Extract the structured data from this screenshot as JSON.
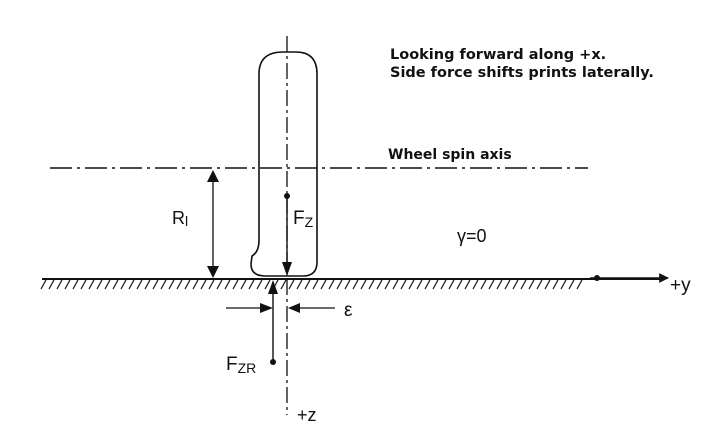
{
  "notes": {
    "line1": "Looking forward along +x.",
    "line2": "Side force shifts prints laterally."
  },
  "labels": {
    "spin_axis": "Wheel spin axis",
    "radius": "R",
    "radius_sub": "l",
    "fz": "F",
    "fz_sub": "Z",
    "fzr": "F",
    "fzr_sub": "ZR",
    "camber": "γ=0",
    "epsilon": "ε",
    "y_axis": "+y",
    "z_axis": "+z"
  },
  "colors": {
    "ink": "#111111",
    "background": "#ffffff"
  }
}
